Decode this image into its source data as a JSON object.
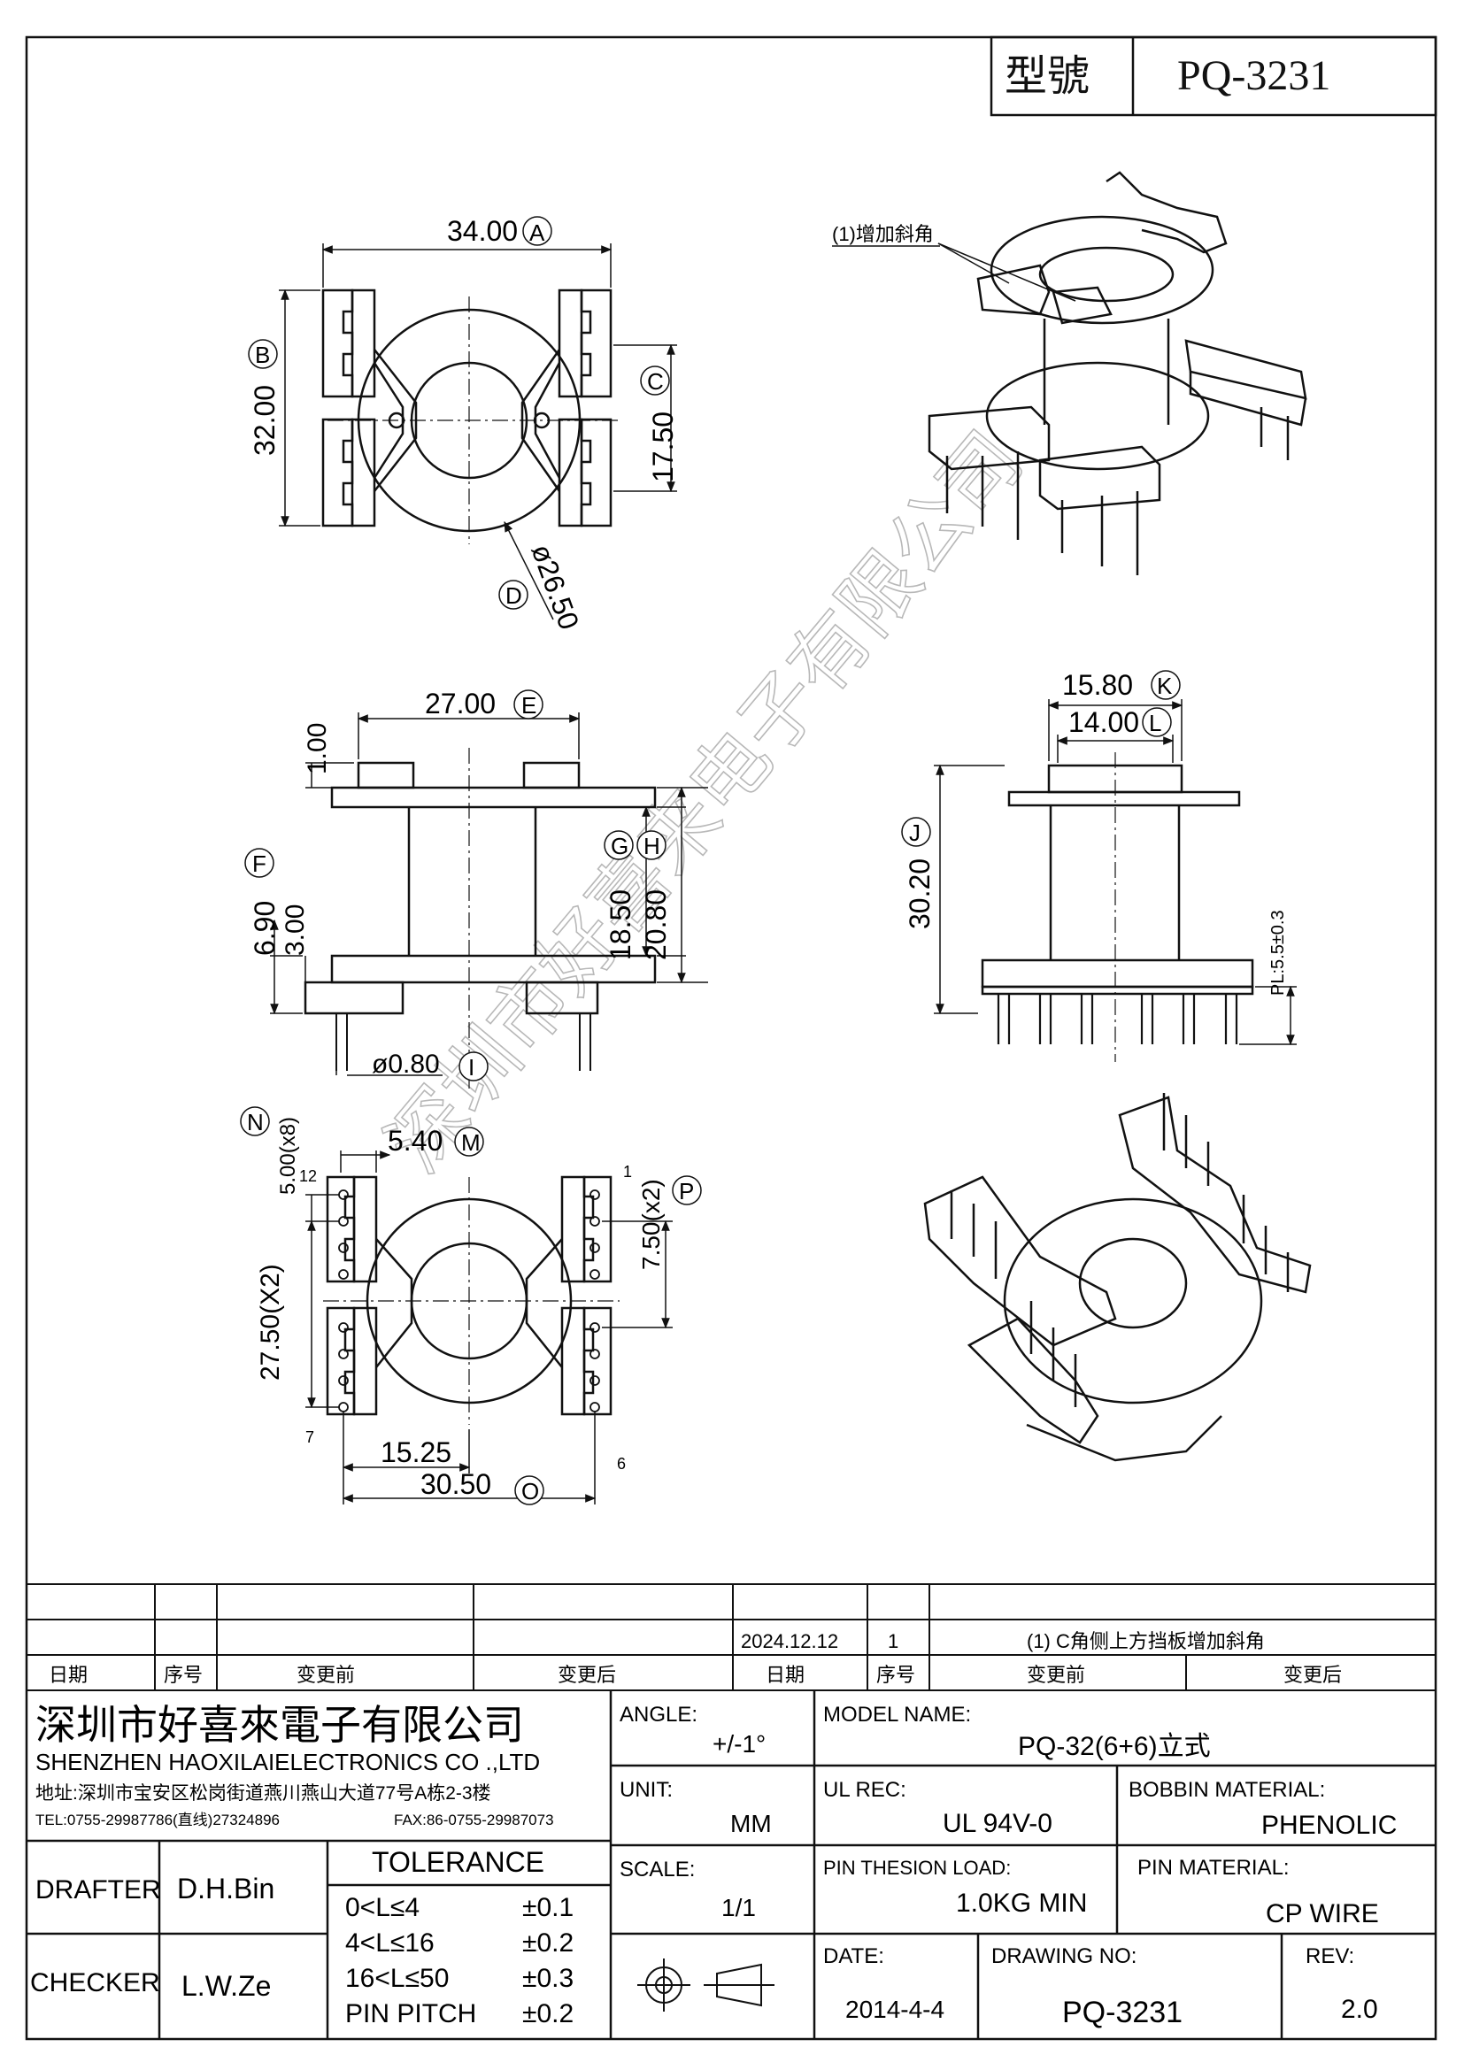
{
  "model_box": {
    "label": "型號",
    "value": "PQ-3231"
  },
  "views": {
    "top": {
      "dims": {
        "a": "34.00",
        "b": "32.00",
        "c": "17.50",
        "d": "ø26.50"
      },
      "tags": {
        "a": "A",
        "b": "B",
        "c": "C",
        "d": "D"
      }
    },
    "front": {
      "dims": {
        "e": "27.00",
        "top_h": "1.00",
        "f": "6.90",
        "f2": "3.00",
        "g": "18.50",
        "h": "20.80",
        "i": "ø0.80"
      },
      "tags": {
        "e": "E",
        "f": "F",
        "g": "G",
        "h": "H",
        "i": "I"
      }
    },
    "side": {
      "dims": {
        "k": "15.80",
        "l": "14.00",
        "j": "30.20",
        "pl": "PL:5.5±0.3"
      },
      "tags": {
        "k": "K",
        "l": "L",
        "j": "J"
      }
    },
    "bottom": {
      "dims": {
        "n": "5.00(x8)",
        "m": "5.40",
        "p": "7.50(x2)",
        "pitch": "27.50(X2)",
        "half": "15.25",
        "o": "30.50"
      },
      "tags": {
        "n": "N",
        "m": "M",
        "p": "P",
        "o": "O"
      },
      "pins": {
        "p12": "12",
        "p1": "1",
        "p7": "7",
        "p6": "6"
      }
    },
    "iso_top": {
      "note": "(1)增加斜角"
    }
  },
  "watermark": "深圳市好喜来电子有限公司",
  "revision_table": {
    "row": {
      "date": "2024.12.12",
      "seq": "1",
      "desc": "(1) C角侧上方挡板增加斜角"
    },
    "headers": {
      "date1": "日期",
      "seq1": "序号",
      "before1": "变更前",
      "after1": "变更后",
      "date2": "日期",
      "seq2": "序号",
      "before2": "变更前",
      "after2": "变更后"
    }
  },
  "company": {
    "name_cn": "深圳市好喜來電子有限公司",
    "name_en": "SHENZHEN HAOXILAIELECTRONICS CO .,LTD",
    "address": "地址:深圳市宝安区松岗街道燕川燕山大道77号A栋2-3楼",
    "tel": "TEL:0755-29987786(直线)27324896",
    "fax": "FAX:86-0755-29987073"
  },
  "people": {
    "drafter_label": "DRAFTER",
    "drafter": "D.H.Bin",
    "checker_label": "CHECKER",
    "checker": "L.W.Ze"
  },
  "tolerance": {
    "title": "TOLERANCE",
    "rows": [
      {
        "range": "0<L≤4",
        "value": "±0.1"
      },
      {
        "range": "4<L≤16",
        "value": "±0.2"
      },
      {
        "range": "16<L≤50",
        "value": "±0.3"
      },
      {
        "range": "PIN PITCH",
        "value": "±0.2"
      }
    ]
  },
  "fields": {
    "angle_label": "ANGLE:",
    "angle": "+/-1°",
    "unit_label": "UNIT:",
    "unit": "MM",
    "scale_label": "SCALE:",
    "scale": "1/1",
    "model_label": "MODEL NAME:",
    "model": "PQ-32(6+6)立式",
    "ul_label": "UL REC:",
    "ul": "UL 94V-0",
    "bobbin_label": "BOBBIN MATERIAL:",
    "bobbin": "PHENOLIC",
    "load_label": "PIN THESION LOAD:",
    "load": "1.0KG MIN",
    "pinmat_label": "PIN MATERIAL:",
    "pinmat": "CP  WIRE",
    "date_label": "DATE:",
    "date": "2014-4-4",
    "drawing_label": "DRAWING NO:",
    "drawing": "PQ-3231",
    "rev_label": "REV:",
    "rev": "2.0"
  }
}
